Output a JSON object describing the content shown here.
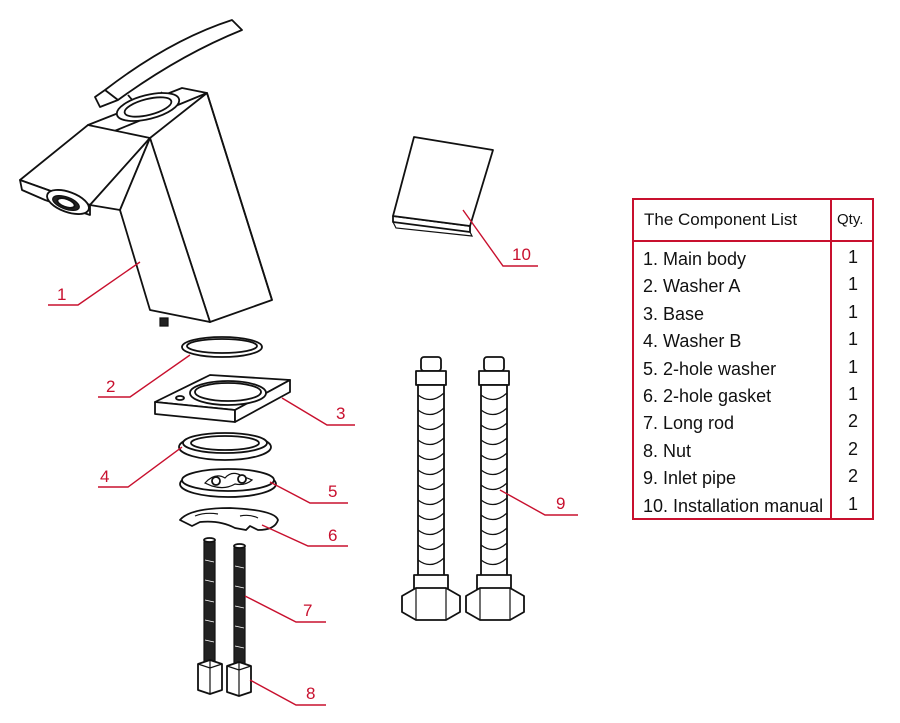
{
  "table": {
    "header": {
      "name": "The Component List",
      "qty": "Qty."
    },
    "rows": [
      {
        "name": "1. Main body",
        "qty": "1"
      },
      {
        "name": "2. Washer A",
        "qty": "1"
      },
      {
        "name": "3. Base",
        "qty": "1"
      },
      {
        "name": "4. Washer B",
        "qty": "1"
      },
      {
        "name": "5. 2-hole washer",
        "qty": "1"
      },
      {
        "name": "6. 2-hole gasket",
        "qty": "1"
      },
      {
        "name": "7. Long rod",
        "qty": "2"
      },
      {
        "name": "8. Nut",
        "qty": "2"
      },
      {
        "name": "9. Inlet pipe",
        "qty": "2"
      },
      {
        "name": "10. Installation manual",
        "qty": "1"
      }
    ]
  },
  "callouts": [
    "1",
    "2",
    "3",
    "4",
    "5",
    "6",
    "7",
    "8",
    "9",
    "10"
  ],
  "colors": {
    "accent": "#c8102e",
    "line": "#111111"
  }
}
